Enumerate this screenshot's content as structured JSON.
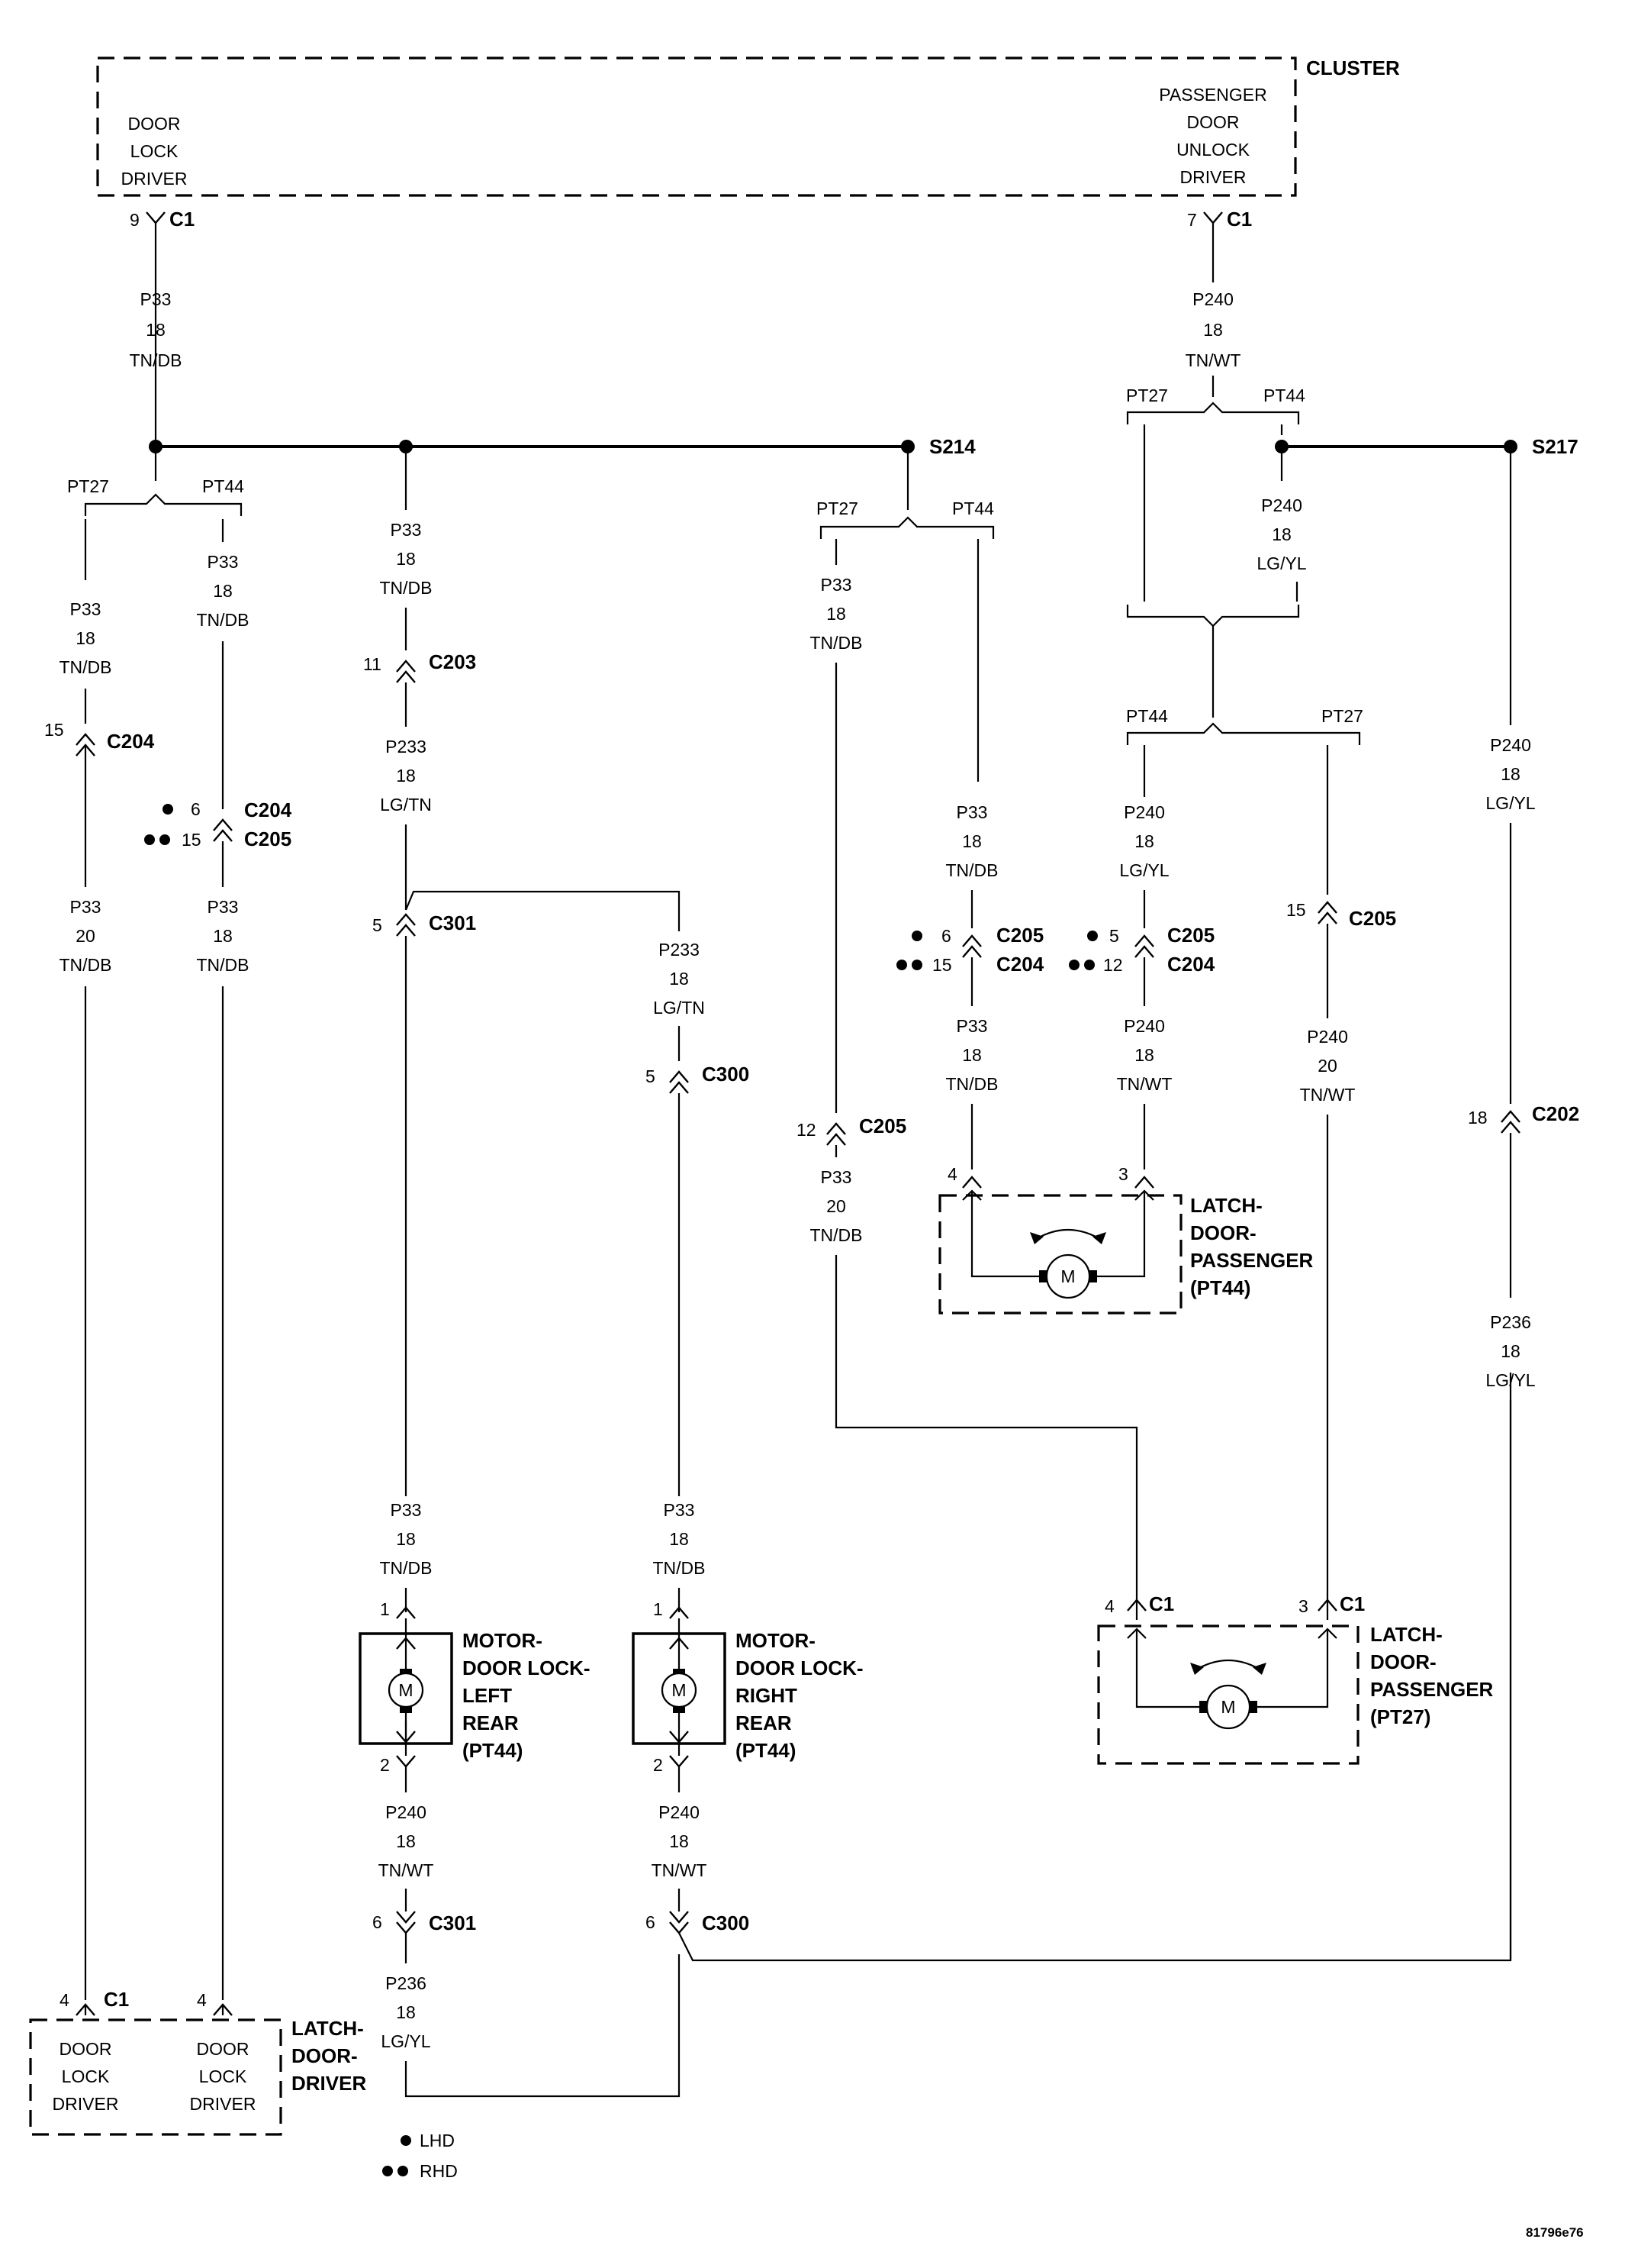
{
  "cluster": {
    "title": "CLUSTER",
    "left_pin_label": [
      "DOOR",
      "LOCK",
      "DRIVER"
    ],
    "right_pin_label": [
      "PASSENGER",
      "DOOR",
      "UNLOCK",
      "DRIVER"
    ]
  },
  "splices": {
    "s214": "S214",
    "s217": "S217"
  },
  "connectors": {
    "c1_cluster_left": {
      "pin": "9",
      "name": "C1"
    },
    "c1_cluster_right": {
      "pin": "7",
      "name": "C1"
    },
    "c203": {
      "pin": "11",
      "name": "C203"
    },
    "c204_left": {
      "pin": "15",
      "name": "C204"
    },
    "c204_c205_mid": {
      "pin_lhd": "6",
      "pin_rhd": "15",
      "name_lhd": "C204",
      "name_rhd": "C205"
    },
    "c301_top": {
      "pin": "5",
      "name": "C301"
    },
    "c300_top": {
      "pin": "5",
      "name": "C300"
    },
    "c205_pt27": {
      "pin": "12",
      "name": "C205"
    },
    "c205_c204_a": {
      "pin_lhd": "6",
      "pin_rhd": "15",
      "name_lhd": "C205",
      "name_rhd": "C204"
    },
    "c205_c204_b": {
      "pin_lhd": "5",
      "pin_rhd": "12",
      "name_lhd": "C205",
      "name_rhd": "C204"
    },
    "c205_right": {
      "pin": "15",
      "name": "C205"
    },
    "c202": {
      "pin": "18",
      "name": "C202"
    },
    "c301_bot": {
      "pin": "6",
      "name": "C301"
    },
    "c300_bot": {
      "pin": "6",
      "name": "C300"
    },
    "c1_latch_pt27_a": {
      "pin": "4",
      "name": "C1"
    },
    "c1_latch_pt27_b": {
      "pin": "3",
      "name": "C1"
    },
    "c1_latch_driver": {
      "pin": "4",
      "name": "C1"
    },
    "latch_driver_pin2": {
      "pin": "4"
    },
    "latch_pass_pt44_a": {
      "pin": "4"
    },
    "latch_pass_pt44_b": {
      "pin": "3"
    },
    "motor_lr_pin1": {
      "pin": "1"
    },
    "motor_lr_pin2": {
      "pin": "2"
    },
    "motor_rr_pin1": {
      "pin": "1"
    },
    "motor_rr_pin2": {
      "pin": "2"
    }
  },
  "wires": {
    "p33_top": [
      "P33",
      "18",
      "TN/DB"
    ],
    "p240_top": [
      "P240",
      "18",
      "TN/WT"
    ],
    "p33_pt27_left": [
      "P33",
      "18",
      "TN/DB"
    ],
    "p33_pt44_left": [
      "P33",
      "18",
      "TN/DB"
    ],
    "p33_mid": [
      "P33",
      "18",
      "TN/DB"
    ],
    "p233_mid": [
      "P233",
      "18",
      "LG/TN"
    ],
    "p33_20_left": [
      "P33",
      "20",
      "TN/DB"
    ],
    "p33_18_left2": [
      "P33",
      "18",
      "TN/DB"
    ],
    "p233_right": [
      "P233",
      "18",
      "LG/TN"
    ],
    "p33_s214_pt27": [
      "P33",
      "18",
      "TN/DB"
    ],
    "p33_20_s214": [
      "P33",
      "20",
      "TN/DB"
    ],
    "p33_s214_pt44": [
      "P33",
      "18",
      "TN/DB"
    ],
    "p33_s214_pt44_low": [
      "P33",
      "18",
      "TN/DB"
    ],
    "p240_lgyl_upper": [
      "P240",
      "18",
      "LG/YL"
    ],
    "p240_lgyl_pt44": [
      "P240",
      "18",
      "LG/YL"
    ],
    "p240_tnwt_pt44_low": [
      "P240",
      "18",
      "TN/WT"
    ],
    "p240_20_pt27": [
      "P240",
      "20",
      "TN/WT"
    ],
    "p240_s217": [
      "P240",
      "18",
      "LG/YL"
    ],
    "p236_right": [
      "P236",
      "18",
      "LG/YL"
    ],
    "p33_motor_lr": [
      "P33",
      "18",
      "TN/DB"
    ],
    "p33_motor_rr": [
      "P33",
      "18",
      "TN/DB"
    ],
    "p240_motor_lr": [
      "P240",
      "18",
      "TN/WT"
    ],
    "p240_motor_rr": [
      "P240",
      "18",
      "TN/WT"
    ],
    "p236_bottom": [
      "P236",
      "18",
      "LG/YL"
    ]
  },
  "options": {
    "pt27": "PT27",
    "pt44": "PT44"
  },
  "components": {
    "motor_left_rear": [
      "MOTOR-",
      "DOOR LOCK-",
      "LEFT",
      "REAR",
      "(PT44)"
    ],
    "motor_right_rear": [
      "MOTOR-",
      "DOOR LOCK-",
      "RIGHT",
      "REAR",
      "(PT44)"
    ],
    "latch_pass_pt44": [
      "LATCH-",
      "DOOR-",
      "PASSENGER",
      "(PT44)"
    ],
    "latch_pass_pt27": [
      "LATCH-",
      "DOOR-",
      "PASSENGER",
      "(PT27)"
    ],
    "latch_driver": [
      "LATCH-",
      "DOOR-",
      "DRIVER"
    ],
    "latch_driver_pin_left": [
      "DOOR",
      "LOCK",
      "DRIVER"
    ],
    "latch_driver_pin_right": [
      "DOOR",
      "LOCK",
      "DRIVER"
    ],
    "motor_symbol": "M"
  },
  "legend": {
    "lhd": "LHD",
    "rhd": "RHD"
  },
  "figure_id": "81796e76"
}
